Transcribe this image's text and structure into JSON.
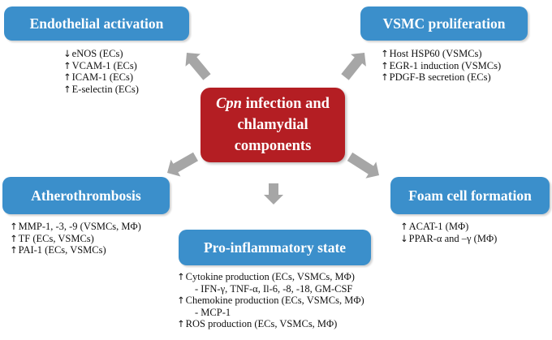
{
  "center": {
    "line1_italic": "Cpn",
    "line1_rest": " infection and",
    "line2": "chlamydial",
    "line3": "components"
  },
  "boxes": {
    "endothelial": "Endothelial activation",
    "vsmc": "VSMC proliferation",
    "athero": "Atherothrombosis",
    "foam": "Foam cell formation",
    "proinflam": "Pro-inflammatory state"
  },
  "lists": {
    "endothelial": [
      {
        "arrow": "↓",
        "text": "eNOS (ECs)"
      },
      {
        "arrow": "↑",
        "text": "VCAM-1 (ECs)"
      },
      {
        "arrow": "↑",
        "text": "ICAM-1 (ECs)"
      },
      {
        "arrow": "↑",
        "text": "E-selectin (ECs)"
      }
    ],
    "vsmc": [
      {
        "arrow": "↑",
        "text": "Host HSP60 (VSMCs)"
      },
      {
        "arrow": "↑",
        "text": "EGR-1 induction (VSMCs)"
      },
      {
        "arrow": "↑",
        "text": "PDGF-B secretion (ECs)"
      }
    ],
    "athero": [
      {
        "arrow": "↑",
        "text": "MMP-1, -3, -9 (VSMCs, MΦ)"
      },
      {
        "arrow": "↑",
        "text": "TF (ECs, VSMCs)"
      },
      {
        "arrow": "↑",
        "text": "PAI-1 (ECs, VSMCs)"
      }
    ],
    "foam": [
      {
        "arrow": "↑",
        "text": "ACAT-1 (MΦ)"
      },
      {
        "arrow": "↓",
        "text": "PPAR-α and –γ (MΦ)"
      }
    ],
    "proinflam": [
      {
        "arrow": "↑",
        "text": "Cytokine production (ECs, VSMCs, MΦ)"
      },
      {
        "arrow": "",
        "text": "- IFN-γ, TNF-α, Il-6, -8, -18, GM-CSF"
      },
      {
        "arrow": "↑",
        "text": "Chemokine production (ECs, VSMCs, MΦ)"
      },
      {
        "arrow": "",
        "text": "- MCP-1"
      },
      {
        "arrow": "↑",
        "text": "ROS production (ECs, VSMCs, MΦ)"
      }
    ]
  },
  "colors": {
    "box_blue": "#3b8fcb",
    "center_red": "#b41e23",
    "arrow_gray": "#a6a6a6"
  }
}
